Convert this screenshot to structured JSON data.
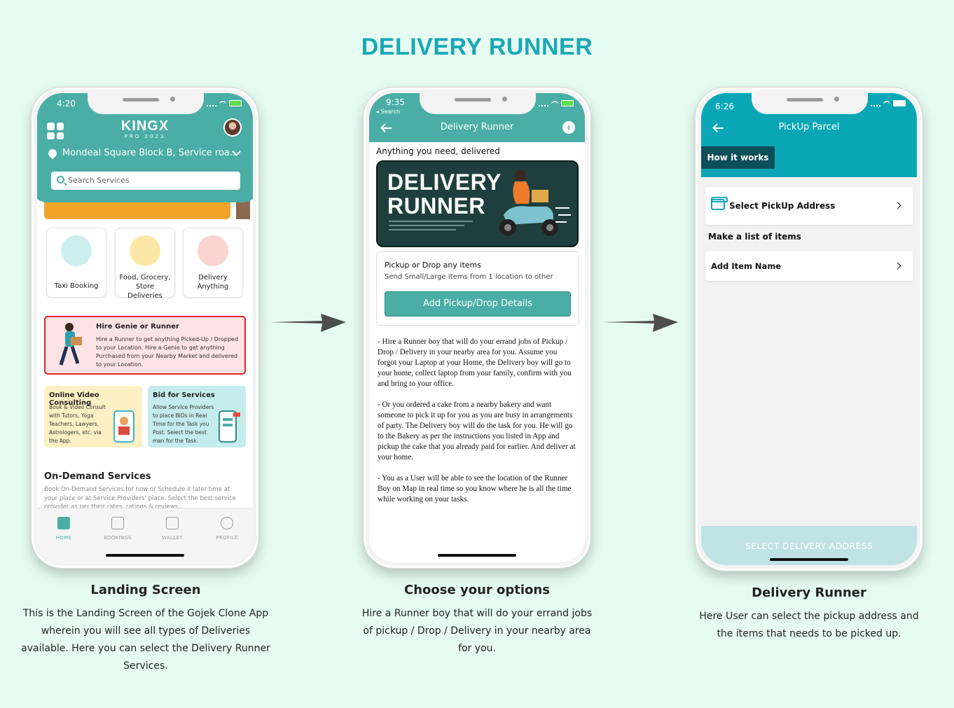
{
  "page": {
    "title": "DELIVERY RUNNER"
  },
  "phone1": {
    "status_time": "4:20",
    "logo": "KINGX",
    "logo_sub": "PRO 2023",
    "location": "Mondeal Square Block B, Service roa...",
    "search_placeholder": "Search Services",
    "services": [
      {
        "label": "Taxi Booking",
        "color": "#cdeeee"
      },
      {
        "label": "Food, Grocery, Store Deliveries",
        "color": "#fbe8a6"
      },
      {
        "label": "Delivery Anything",
        "color": "#fbd4d0"
      }
    ],
    "hire": {
      "title": "Hire Genie or Runner",
      "desc": "Hire a Runner to get anything Picked-Up / Dropped to your Location. Hire a Genie to get anything Purchased from your Nearby Market and delivered to your Location."
    },
    "promos": [
      {
        "title": "Online Video Consulting",
        "desc": "Book & Video Consult with Tutors, Yoga Teachers, Lawyers, Astrologers, etc. via the App.",
        "bg": "#fdf0c4"
      },
      {
        "title": "Bid for Services",
        "desc": "Allow Service Providers to place BIDs in Real Time for the Task you Post. Select the best man for the Task.",
        "bg": "#c5ecec"
      }
    ],
    "ondemand": {
      "title": "On-Demand Services",
      "desc": "Book On-Demand Services for now or Schedule it later time at your place or at Service Providers' place. Select the best service provider as per their rates, ratings & reviews."
    },
    "tabs": [
      {
        "label": "HOME",
        "active": true
      },
      {
        "label": "BOOKINGS",
        "active": false
      },
      {
        "label": "WALLET",
        "active": false
      },
      {
        "label": "PROFILE",
        "active": false
      }
    ]
  },
  "phone2": {
    "status_time": "9:35",
    "search_back": "◂ Search",
    "nav_title": "Delivery Runner",
    "subtitle": "Anything you need, delivered",
    "banner_text_1": "DELIVERY",
    "banner_text_2": "RUNNER",
    "pick_title": "Pickup or Drop any items",
    "pick_desc": "Send Small/Large Items from 1 location to other",
    "pick_button": "Add Pickup/Drop Details",
    "paragraphs": [
      "- Hire a Runner boy that will do your errand jobs of Pickup / Drop / Delivery in your nearby area for you. Assume you forgot your Laptop at your Home, the Delivery boy will go to your home, collect laptop from your family, confirm with you and bring to your office.",
      "- Or you ordered a cake from a nearby bakery and want someone to pick it up for you as you are busy in arrangements of party. The Delivery boy will do the task for you. He will go to the Bakery as per the instructions you listed in App and pickup the cake that you already paid for earlier. And deliver at your home.",
      "- You as a User will be able to see the location of the Runner Boy on Map in real time so you know where he is all the time while working on your tasks."
    ]
  },
  "phone3": {
    "status_time": "6:26",
    "nav_title": "PickUp Parcel",
    "how_it_works": "How it works",
    "select_pickup": "Select PickUp Address",
    "list_heading": "Make a list of items",
    "add_item": "Add Item Name",
    "select_delivery": "SELECT DELIVERY ADDRESS"
  },
  "captions": [
    {
      "title": "Landing Screen",
      "desc": "This is the Landing Screen of the Gojek Clone App wherein you will see all types of Deliveries available. Here you can select the Delivery Runner Services."
    },
    {
      "title": "Choose your options",
      "desc": "Hire a Runner boy that will do your errand jobs of pickup / Drop / Delivery in your nearby area for you."
    },
    {
      "title": "Delivery Runner",
      "desc": "Here User can select the pickup address and the items that needs to be picked up."
    }
  ],
  "colors": {
    "title": "#19a8b5",
    "teal": "#4aaea6",
    "teal_dark": "#0aa6b6",
    "background": "#e6fcf3"
  }
}
